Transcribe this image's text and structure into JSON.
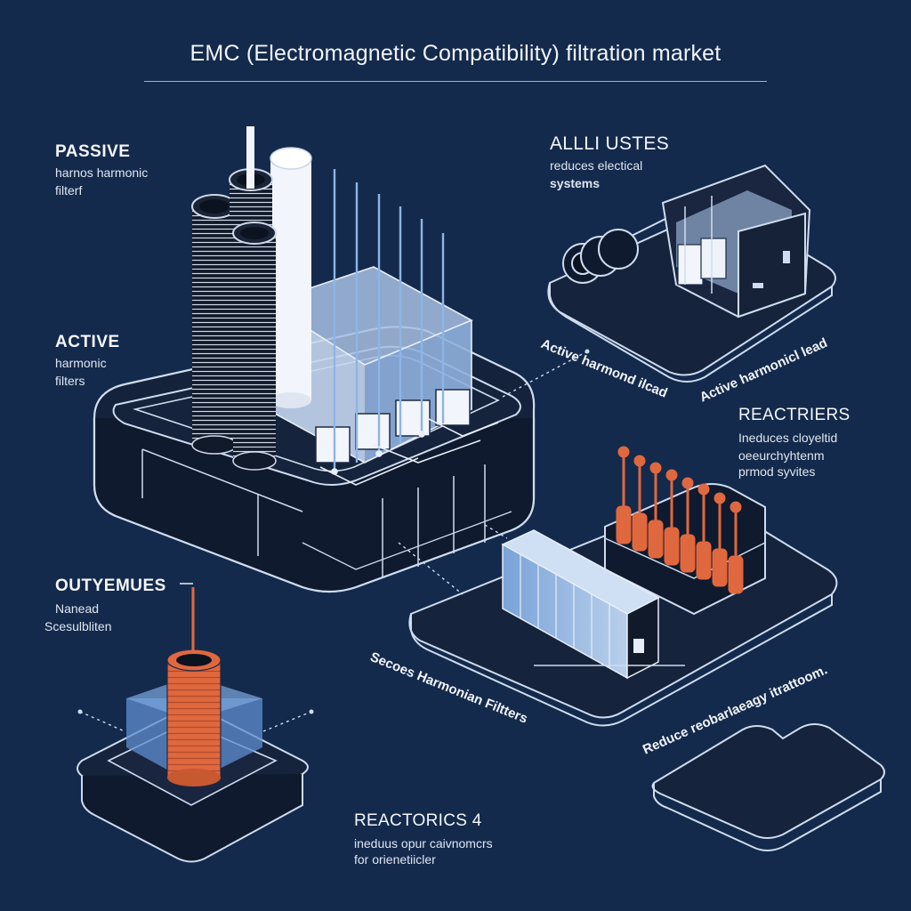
{
  "title": "EMC (Electromagnetic Compatibility) filtration market",
  "labels": {
    "passive": {
      "heading": "PASSIVE",
      "line1": "harnos harmonic",
      "line2": "filterf"
    },
    "active": {
      "heading": "ACTIVE",
      "line1": "harmonic",
      "line2": "filters"
    },
    "outyemues": {
      "heading": "OUTYEMUES",
      "line1": "Nanead",
      "line2": "Scesulbliten"
    },
    "alllustes": {
      "heading": "ALLLI USTES",
      "line1": "reduces electical",
      "line2": "systems"
    },
    "reactriers": {
      "heading": "REACTRIERS",
      "line1": "Ineduces cloyeltid",
      "line2": "oeeurchyhtenm",
      "line3": "prmod syvites"
    },
    "reactorics": {
      "heading": "REACTORICS 4",
      "line1": "ineduus opur caivnomcrs",
      "line2": "for orienetiicler"
    }
  },
  "callouts": {
    "active_harmonic_lead_left": "Active harmond ilcad",
    "active_harmonic_lead_right": "Active harmonicl lead",
    "secoes_harmonian": "Secoes Harmonian Filtters",
    "reduce_reobar": "Reduce reobarlaeagy itrattoom."
  },
  "colors": {
    "background": "#142a4c",
    "line": "#cfdcef",
    "accent_orange": "#e0683f",
    "accent_blue": "#5f8fd0",
    "panel_white": "#f2f5fb"
  }
}
